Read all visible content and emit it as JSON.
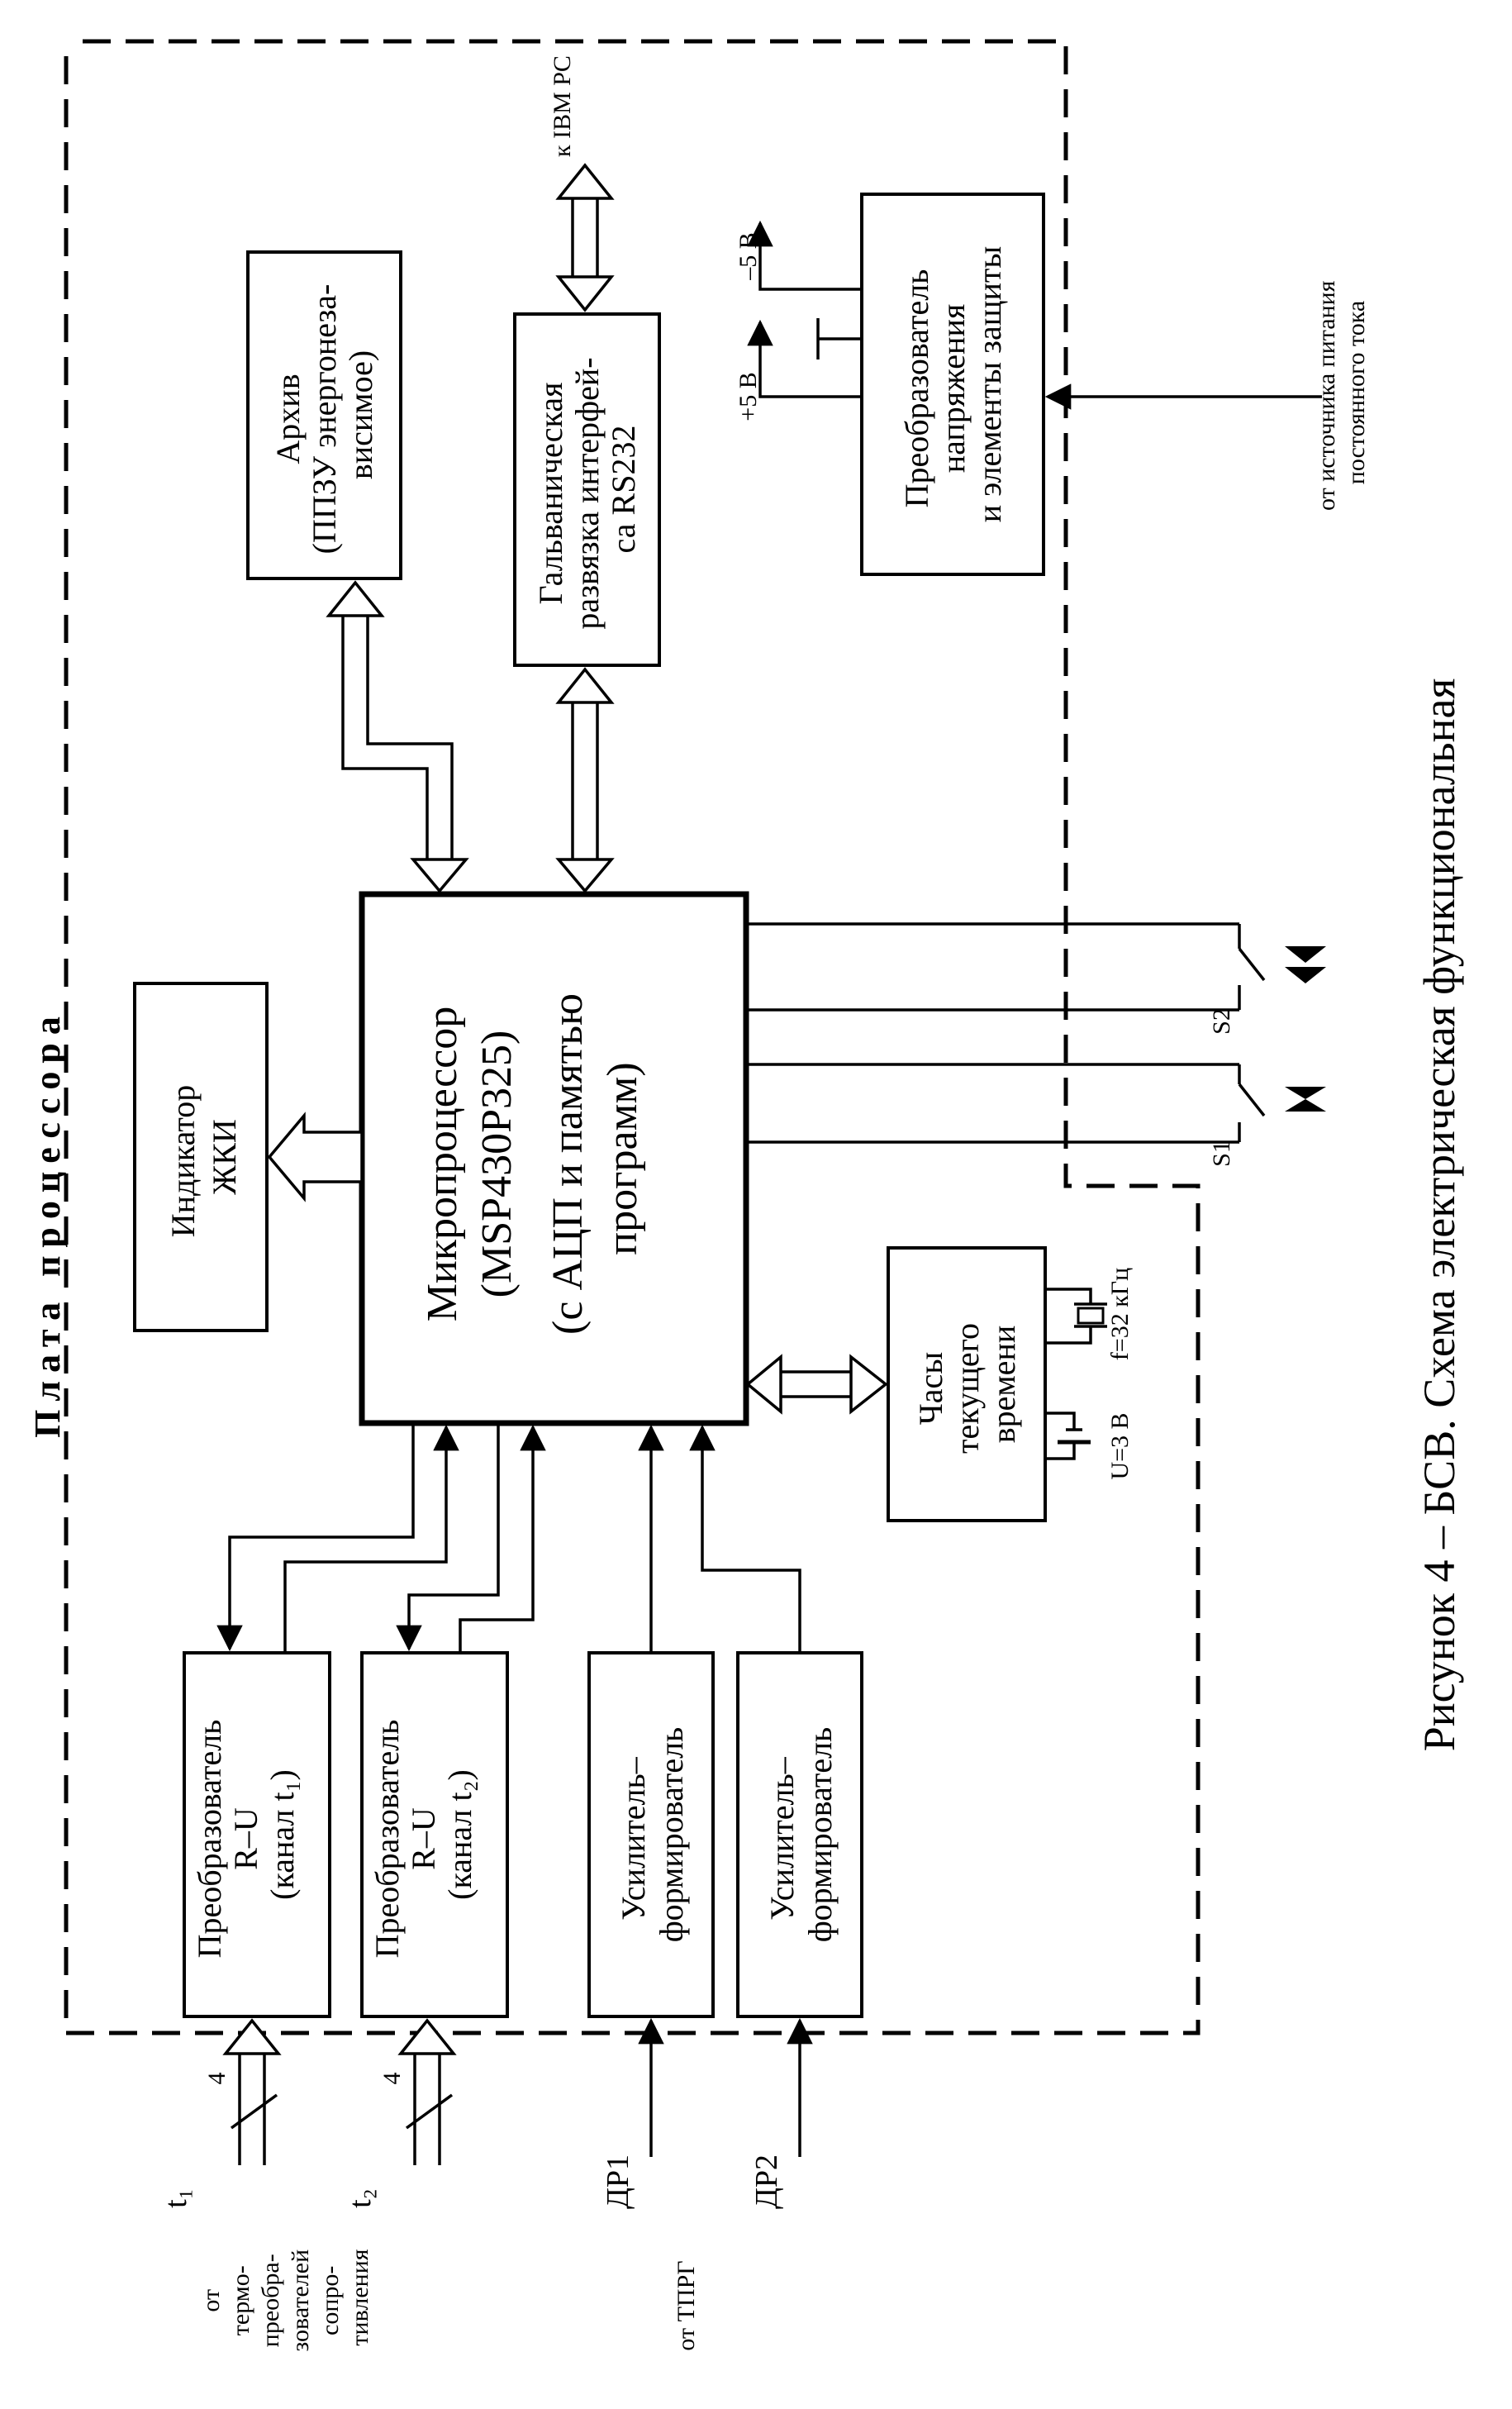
{
  "board_title": "Плата процессора",
  "caption": "Рисунок 4 – БСВ. Схема электрическая функциональная",
  "blocks": {
    "conv_t1": [
      "Преобразователь",
      "R–U",
      "(канал t₁)"
    ],
    "conv_t2": [
      "Преобразователь",
      "R–U",
      "(канал t₂)"
    ],
    "amp1": [
      "Усилитель–",
      "формирователь"
    ],
    "amp2": [
      "Усилитель–",
      "формирователь"
    ],
    "lcd": [
      "Индикатор",
      "ЖКИ"
    ],
    "mcu": [
      "Микропроцессор",
      "(MSP430P325)",
      "(с АЦП и памятью",
      "программ)"
    ],
    "clock": [
      "Часы",
      "текущего",
      "времени"
    ],
    "archive": [
      "Архив",
      "(ППЗУ энергонеза-",
      "висимое)"
    ],
    "iface": [
      "Гальваническая",
      "развязка интерфей-",
      "са RS232"
    ],
    "power": [
      "Преобразователь",
      "напряжения",
      "и элементы защиты"
    ]
  },
  "labels": {
    "to_pc": "к IBM PC",
    "from_power": [
      "от источника питания",
      "постоянного тока"
    ],
    "plus5": "+5 В",
    "minus5": "–5 В",
    "u3": "U=3 В",
    "f32": "f=32 кГц",
    "s1": "S1",
    "s2": "S2",
    "t1": "t₁",
    "t2": "t₂",
    "wires4a": "4",
    "wires4b": "4",
    "dr1": "ДР1",
    "dr2": "ДР2",
    "from_sensors": [
      "от",
      "термо-",
      "преобра-",
      "зователей",
      "сопро-",
      "тивления"
    ],
    "from_tprg": "от ТПРГ"
  }
}
